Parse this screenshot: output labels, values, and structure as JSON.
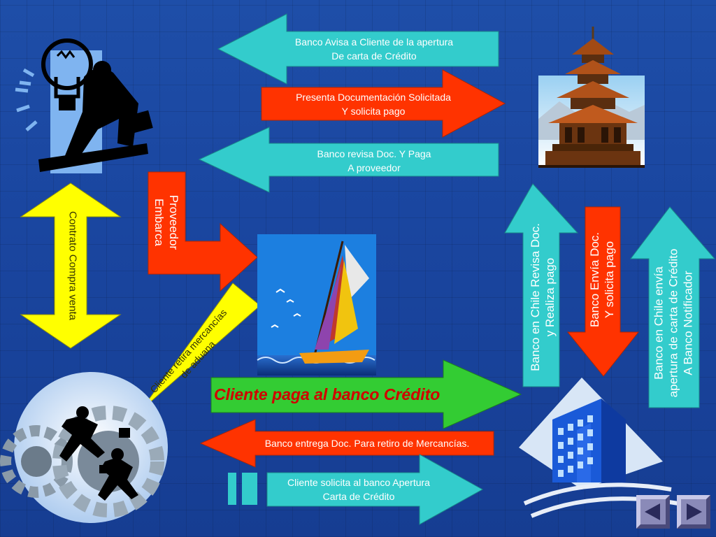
{
  "arrows": {
    "banco_avisa": {
      "line1": "Banco Avisa a Cliente de la apertura",
      "line2": "De carta de Crédito"
    },
    "presenta_doc": {
      "line1": "Presenta Documentación Solicitada",
      "line2": "Y solicita pago"
    },
    "banco_revisa_paga": {
      "line1": "Banco revisa Doc. Y Paga",
      "line2": "A proveedor"
    },
    "proveedor_embarca": {
      "line1": "Proveedor",
      "line2": "Embarca"
    },
    "contrato": {
      "text": "Contrato Compra venta"
    },
    "cliente_retira": {
      "line1": "Cliente retira mercancías",
      "line2": "de aduana"
    },
    "cliente_paga": {
      "text": "Cliente paga al banco Crédito"
    },
    "banco_entrega": {
      "text": "Banco entrega Doc. Para retiro de Mercancías."
    },
    "cliente_solicita": {
      "line1": "Cliente solicita al banco Apertura",
      "line2": "Carta de Crédito"
    },
    "banco_chile_revisa": {
      "line1": "Banco en Chile Revisa Doc.",
      "line2": "y Realiza pago"
    },
    "banco_envia": {
      "line1": "Banco Envía Doc.",
      "line2": "Y solicita pago"
    },
    "banco_chile_envia": {
      "line1": "Banco en Chile envía",
      "line2": "apertura de carta de Crédito",
      "line3": "A Banco Notificador"
    }
  },
  "colors": {
    "cyan": "#33cccc",
    "red": "#ff3300",
    "yellow": "#ffff00",
    "green": "#33cc33",
    "background": "#1a46a0"
  },
  "icons": [
    "idea-businessman-icon",
    "pagoda-icon",
    "sailboat-icon",
    "running-businessmen-gears-icon",
    "bank-building-icon",
    "previous-slide-icon",
    "next-slide-icon"
  ]
}
